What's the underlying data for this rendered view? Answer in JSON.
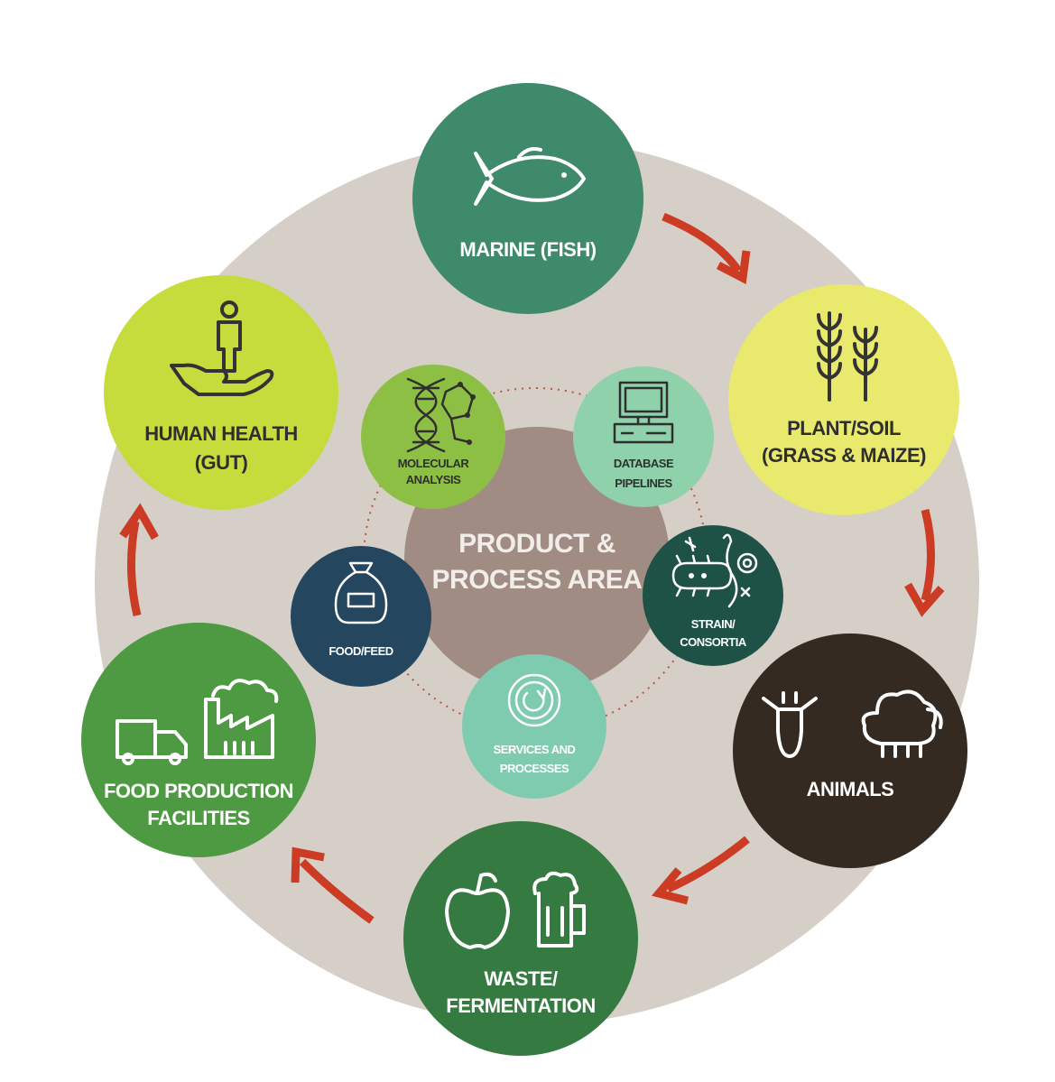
{
  "center": {
    "line1": "PRODUCT &",
    "line2": "PROCESS AREA"
  },
  "outer_nodes": {
    "marine": {
      "line1": "MARINE (FISH)",
      "line2": "",
      "icon": "fish-icon",
      "color": "#3f8a6b"
    },
    "plant": {
      "line1": "PLANT/SOIL",
      "line2": "(GRASS & MAIZE)",
      "icon": "wheat-icon",
      "color": "#e9e96e"
    },
    "animals": {
      "line1": "ANIMALS",
      "line2": "",
      "icon": "cow-sheep-icon",
      "color": "#352a21"
    },
    "waste": {
      "line1": "WASTE/",
      "line2": "FERMENTATION",
      "icon": "apple-beer-icon",
      "color": "#357a40"
    },
    "food_production": {
      "line1": "FOOD PRODUCTION",
      "line2": "FACILITIES",
      "icon": "truck-factory-icon",
      "color": "#4e9a43"
    },
    "human_health": {
      "line1": "HUMAN HEALTH",
      "line2": "(GUT)",
      "icon": "hand-person-icon",
      "color": "#c6dc3c"
    }
  },
  "inner_nodes": {
    "molecular": {
      "line1": "MOLECULAR",
      "line2": "ANALYSIS",
      "icon": "dna-icon",
      "color": "#8ebf45"
    },
    "database": {
      "line1": "DATABASE",
      "line2": "PIPELINES",
      "icon": "computer-icon",
      "color": "#8fd1ab"
    },
    "strain": {
      "line1": "STRAIN/",
      "line2": "CONSORTIA",
      "icon": "microbe-icon",
      "color": "#1f5246"
    },
    "services": {
      "line1": "SERVICES AND",
      "line2": "PROCESSES",
      "icon": "cycle-icon",
      "color": "#7fcbb0"
    },
    "food_feed": {
      "line1": "FOOD/FEED",
      "line2": "",
      "icon": "sack-icon",
      "color": "#24465f"
    }
  },
  "colors": {
    "ring": "#d5cfc8",
    "center": "#a08c82",
    "arrow": "#cc3b24",
    "dotted": "#c0533a"
  }
}
